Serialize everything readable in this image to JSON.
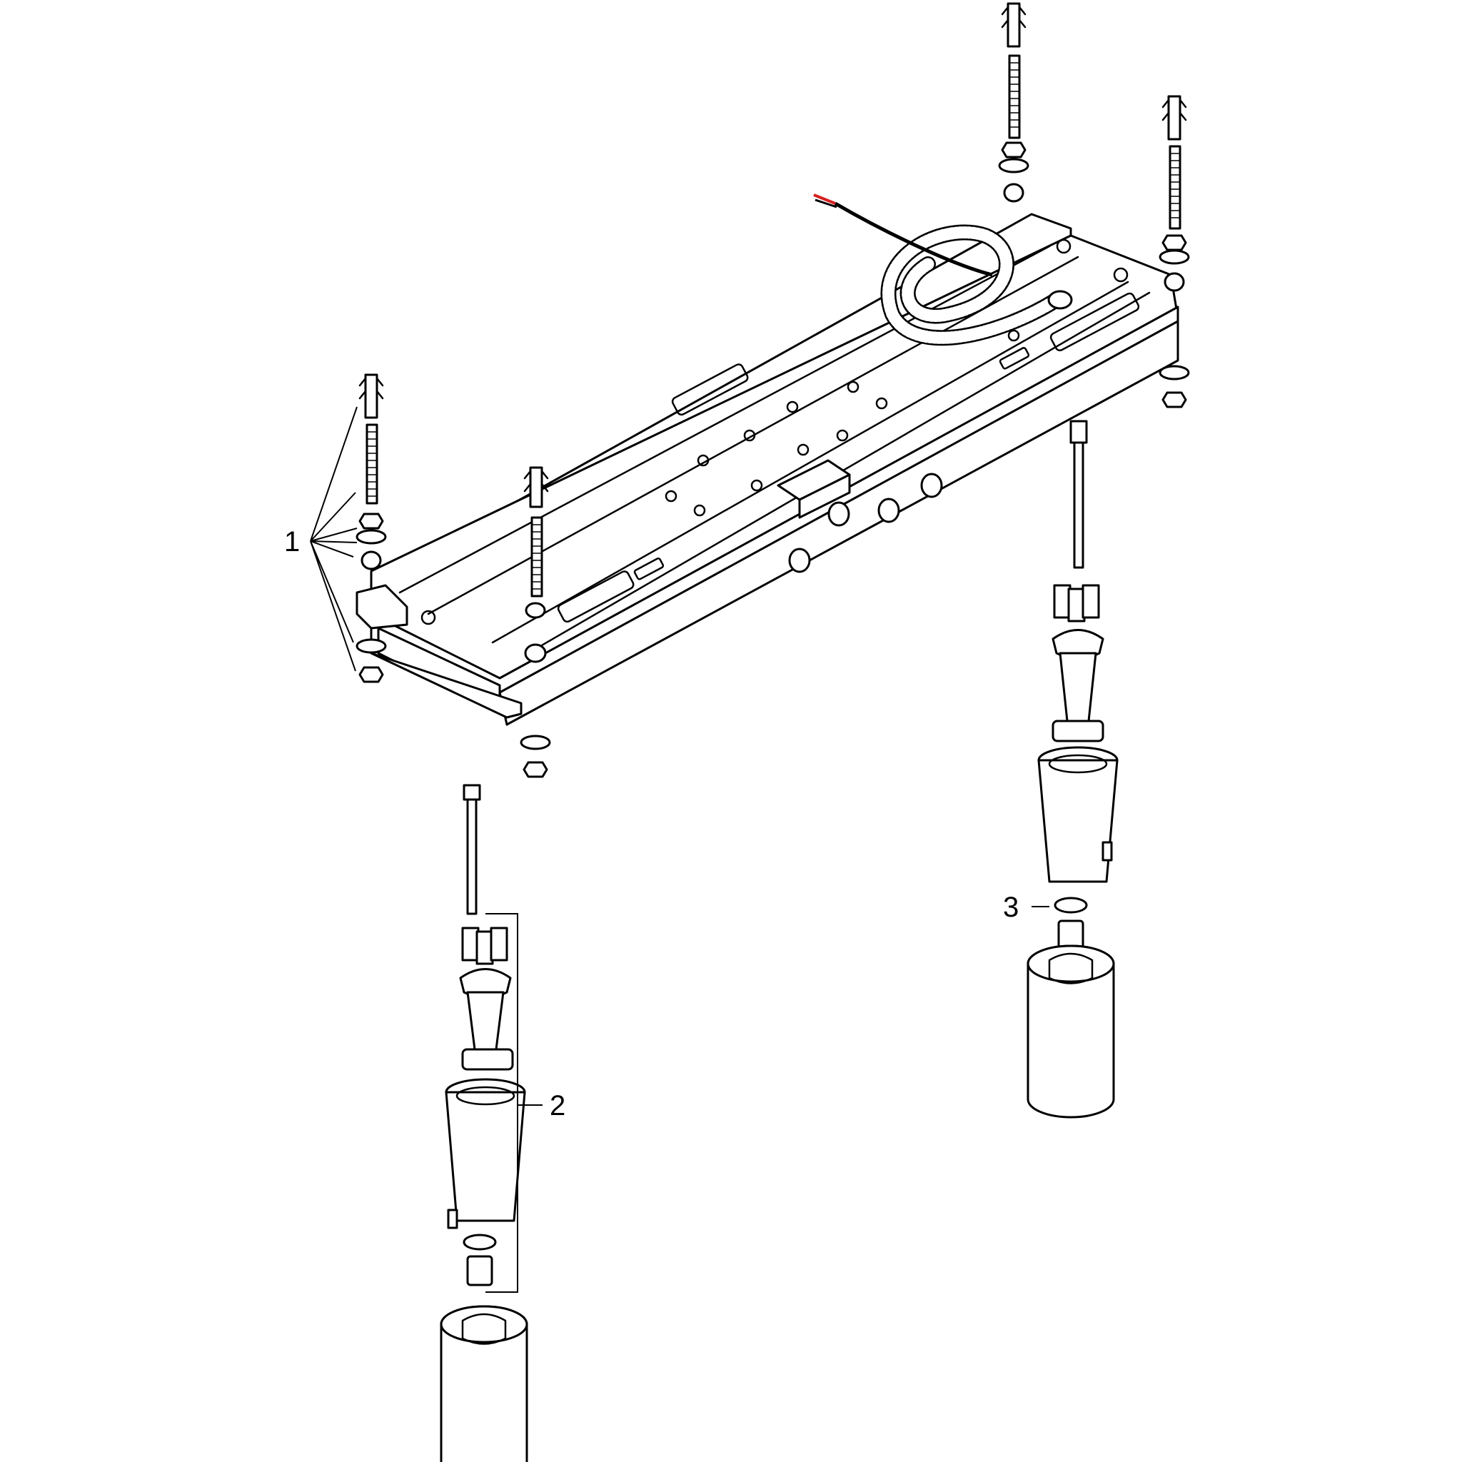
{
  "diagram": {
    "colors": {
      "line": "#000000",
      "background": "#ffffff",
      "wire_red": "#d62020"
    },
    "callouts": [
      {
        "id": "1",
        "label": "1"
      },
      {
        "id": "2",
        "label": "2"
      },
      {
        "id": "3",
        "label": "3"
      }
    ]
  }
}
